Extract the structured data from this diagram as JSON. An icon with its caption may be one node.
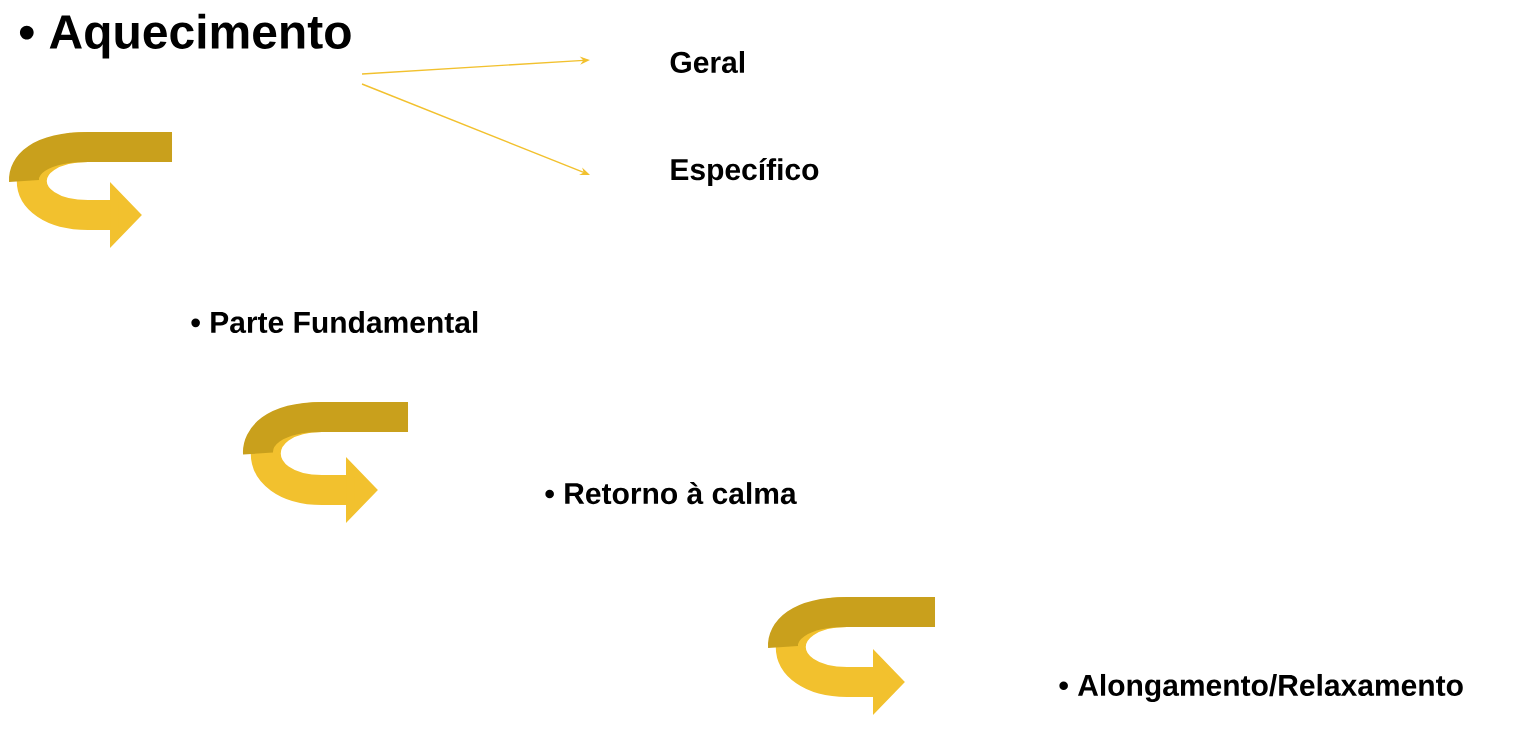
{
  "diagram": {
    "nodes": [
      {
        "text": [
          "• Aquecimento"
        ]
      },
      {
        "text": [
          "Geral"
        ]
      },
      {
        "text": [
          "Específico"
        ]
      },
      {
        "text": [
          "• Parte Fundamental"
        ]
      },
      {
        "text": [
          "• Retorno à calma"
        ]
      },
      {
        "text": [
          "• Alongamento/Relaxamento"
        ]
      }
    ],
    "edges": [
      {
        "from": 0,
        "to": 1,
        "arrow": "to"
      },
      {
        "from": 0,
        "to": 2,
        "arrow": "to"
      }
    ]
  }
}
